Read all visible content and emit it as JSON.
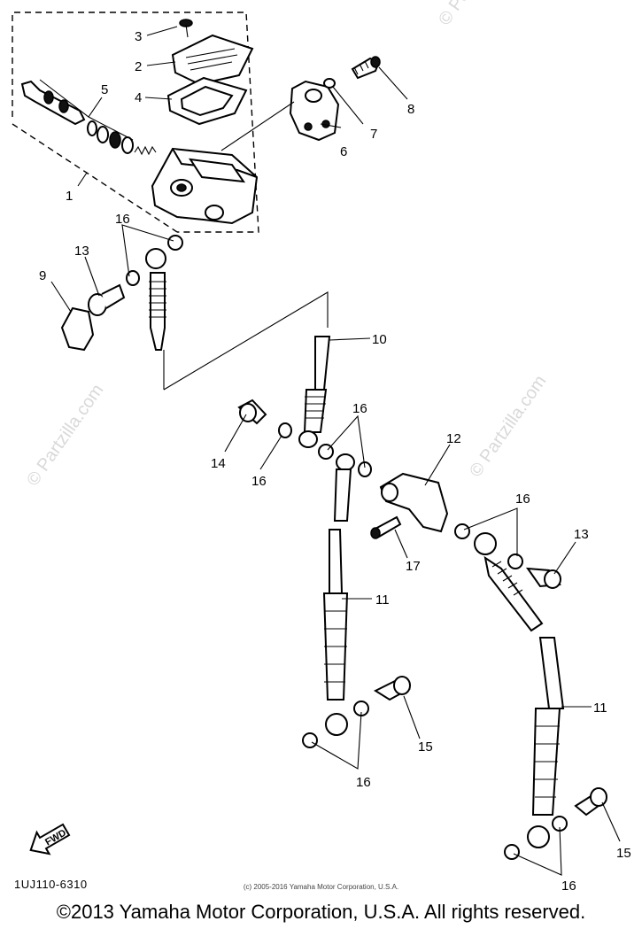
{
  "watermark": "© Partzilla.com",
  "callouts": {
    "c1": "1",
    "c2": "2",
    "c3": "3",
    "c4": "4",
    "c5": "5",
    "c6": "6",
    "c7": "7",
    "c8": "8",
    "c9": "9",
    "c10": "10",
    "c11a": "11",
    "c11b": "11",
    "c12": "12",
    "c13a": "13",
    "c13b": "13",
    "c14": "14",
    "c15a": "15",
    "c15b": "15",
    "c16a": "16",
    "c16b": "16",
    "c16c": "16",
    "c16d": "16",
    "c16e": "16",
    "c16f": "16",
    "c17": "17"
  },
  "fwd_label": "FWD",
  "diagram_code": "1UJ110-6310",
  "small_copyright": "(c) 2005-2016 Yamaha Motor Corporation, U.S.A.",
  "footer_copyright": "©2013 Yamaha Motor Corporation, U.S.A. All rights reserved."
}
